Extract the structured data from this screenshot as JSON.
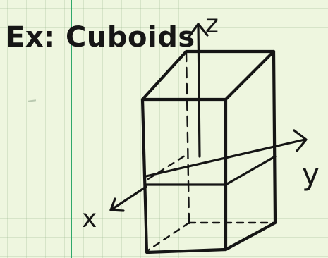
{
  "title": "Ex: Cuboids",
  "axes": {
    "x_label": "x",
    "y_label": "y",
    "z_label": "z"
  },
  "colors": {
    "paper": "#eef6df",
    "grid": "#b4c8a8",
    "margin_line": "#2fa86a",
    "ink": "#151515"
  }
}
